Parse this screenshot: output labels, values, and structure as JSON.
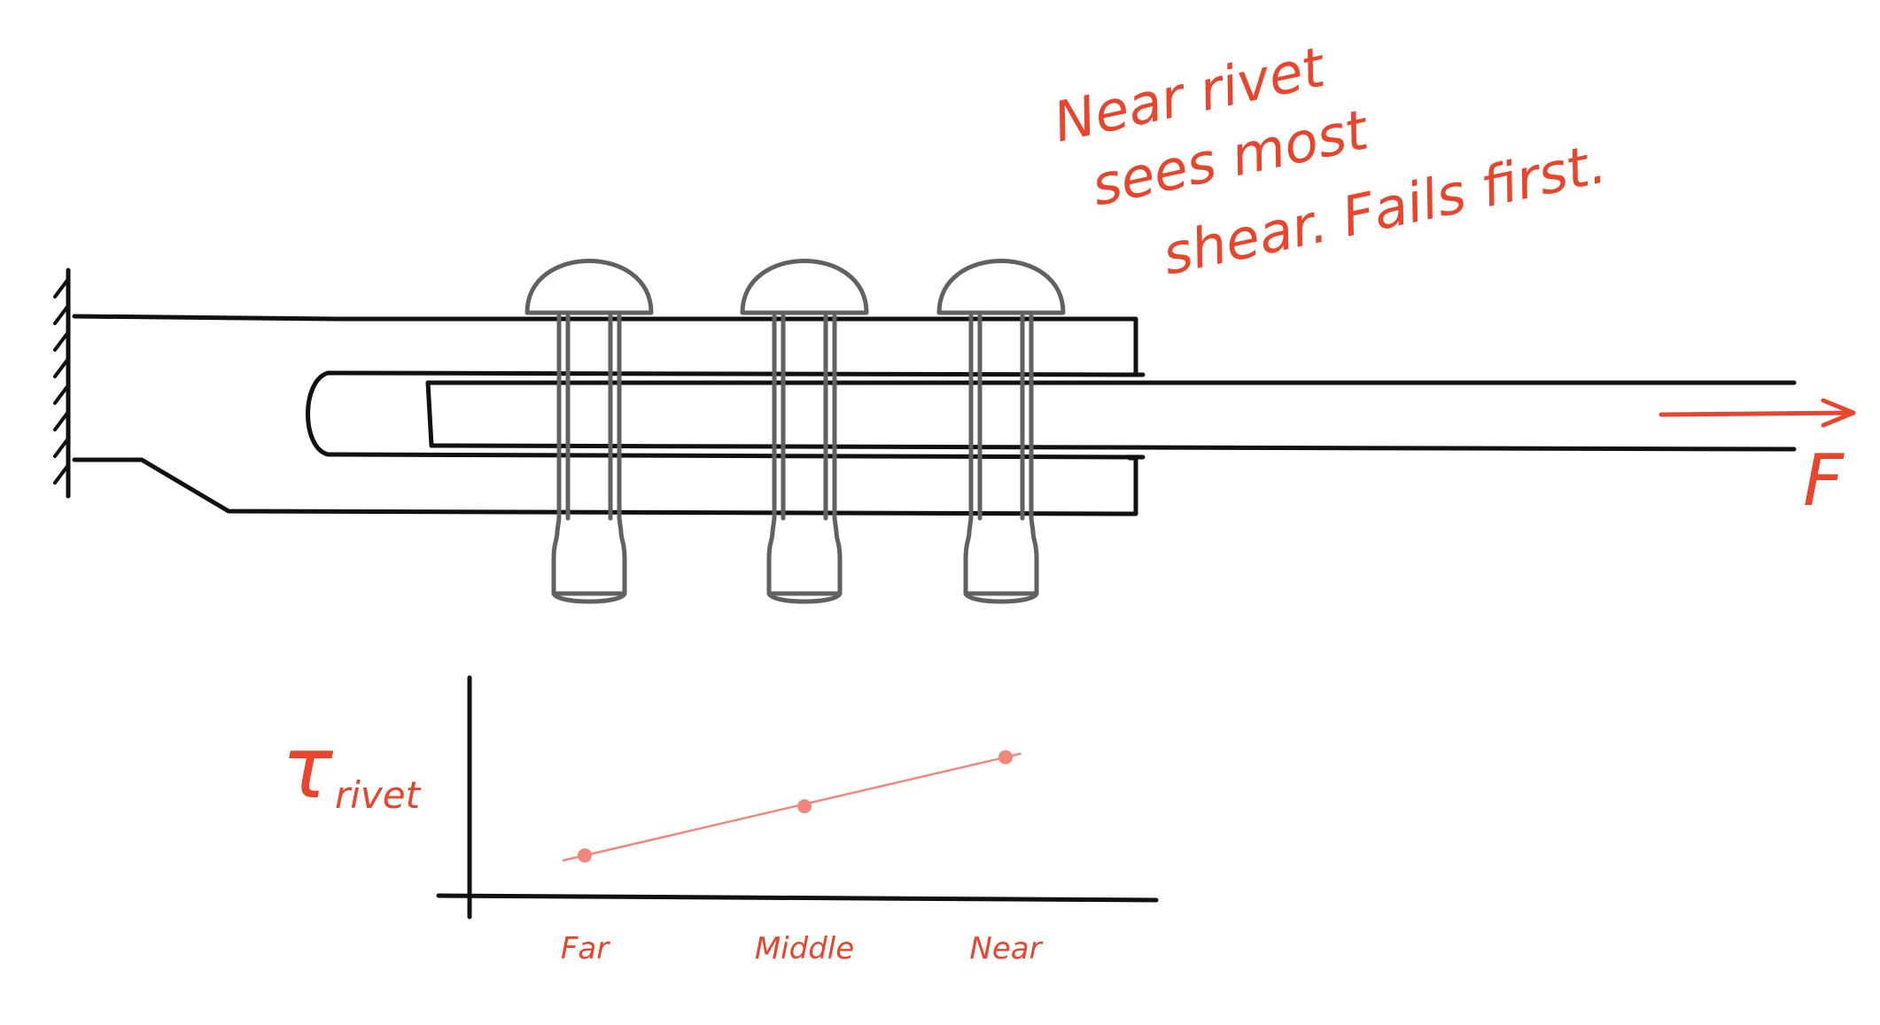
{
  "note": {
    "lines": [
      "Near rivet",
      "sees most",
      "shear. Fails first."
    ]
  },
  "force_label": "F",
  "colors": {
    "annotation": "#e8452c",
    "chart_line": "#f0877a",
    "ink": "#111111",
    "rivet": "#616161"
  },
  "rivets": [
    "far",
    "middle",
    "near"
  ],
  "chart_data": {
    "type": "line",
    "title": "",
    "xlabel": "",
    "ylabel": "τ rivet",
    "ylabel_symbol": "τ",
    "ylabel_sub": "rivet",
    "categories": [
      "Far",
      "Middle",
      "Near"
    ],
    "series": [
      {
        "values": [
          1,
          2,
          3
        ]
      }
    ],
    "ylim": [
      0,
      4
    ],
    "grid": false
  }
}
